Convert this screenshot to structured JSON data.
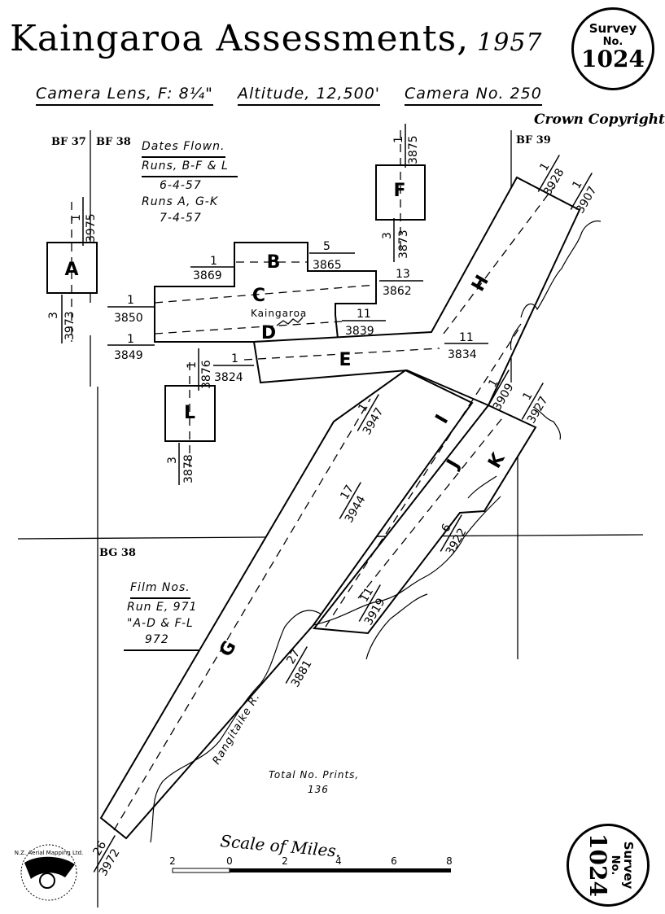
{
  "title": {
    "main": "Kaingaroa Assessments,",
    "year": "1957"
  },
  "survey_seal": {
    "word": "Survey",
    "no": "No.",
    "number": "1024"
  },
  "camera": {
    "lens": "Camera Lens, F: 8¼\"",
    "altitude": "Altitude, 12,500'",
    "camera_no": "Camera No. 250"
  },
  "copyright": "Crown Copyright",
  "sheets": {
    "bf37": "BF 37",
    "bf38": "BF 38",
    "bf39": "BF 39",
    "bg38": "BG 38"
  },
  "dates_flown": {
    "heading": "Dates Flown.",
    "line1": "Runs, B-F & L",
    "line2": "6-4-57",
    "line3": "Runs A, G-K",
    "line4": "7-4-57"
  },
  "film_nos": {
    "heading": "Film Nos.",
    "line1": "Run E, 971",
    "line2": "\"A-D & F-L",
    "line3": "972"
  },
  "total_prints": {
    "label": "Total No. Prints,",
    "value": "136"
  },
  "place_name": "Kaingaroa",
  "river_name": "Rangitaike R.",
  "runs": [
    "A",
    "B",
    "C",
    "D",
    "E",
    "F",
    "G",
    "H",
    "I",
    "J",
    "K",
    "L"
  ],
  "run_numbers": [
    {
      "a": "1",
      "b": "3975"
    },
    {
      "a": "3",
      "b": "3973"
    },
    {
      "a": "1",
      "b": "3869"
    },
    {
      "a": "5",
      "b": "3865"
    },
    {
      "a": "13",
      "b": "3862"
    },
    {
      "a": "1",
      "b": "3850"
    },
    {
      "a": "1",
      "b": "3849"
    },
    {
      "a": "11",
      "b": "3839"
    },
    {
      "a": "1",
      "b": "3876"
    },
    {
      "a": "1",
      "b": "3824"
    },
    {
      "a": "11",
      "b": "3834"
    },
    {
      "a": "1",
      "b": "3875"
    },
    {
      "a": "3",
      "b": "3873"
    },
    {
      "a": "1",
      "b": "3928"
    },
    {
      "a": "1",
      "b": "3907"
    },
    {
      "a": "1",
      "b": "3909"
    },
    {
      "a": "1",
      "b": "3927"
    },
    {
      "a": "1",
      "b": "3947"
    },
    {
      "a": "17",
      "b": "3944"
    },
    {
      "a": "6",
      "b": "3922"
    },
    {
      "a": "11",
      "b": "3919"
    },
    {
      "a": "27",
      "b": "3881"
    },
    {
      "a": "26",
      "b": "3972"
    },
    {
      "a": "3",
      "b": "3878"
    }
  ],
  "scale": {
    "label": "Scale of Miles.",
    "ticks": [
      "2",
      "0",
      "2",
      "4",
      "6",
      "8"
    ]
  },
  "logo_text": "N.Z. Aerial Mapping Ltd."
}
